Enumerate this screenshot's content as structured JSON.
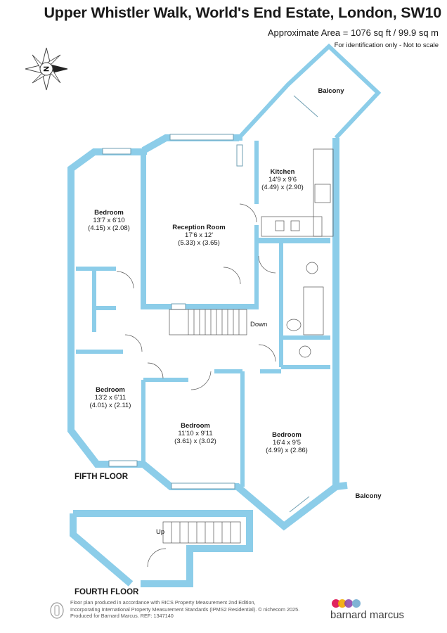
{
  "header": {
    "title": "Upper Whistler Walk, World's End Estate, London, SW10",
    "area": "Approximate Area = 1076 sq ft / 99.9 sq m",
    "note": "For identification only - Not to scale"
  },
  "compass": {
    "label": "N",
    "icon": "north-arrow-icon"
  },
  "rooms": [
    {
      "name": "Balcony",
      "dims": "",
      "metric": ""
    },
    {
      "name": "Kitchen",
      "dims": "14'9 x 9'6",
      "metric": "(4.49) x (2.90)"
    },
    {
      "name": "Bedroom",
      "dims": "13'7 x 6'10",
      "metric": "(4.15) x (2.08)"
    },
    {
      "name": "Reception Room",
      "dims": "17'6 x 12'",
      "metric": "(5.33) x (3.65)"
    },
    {
      "name": "Bedroom",
      "dims": "13'2 x 6'11",
      "metric": "(4.01) x (2.11)"
    },
    {
      "name": "Bedroom",
      "dims": "11'10 x 9'11",
      "metric": "(3.61) x (3.02)"
    },
    {
      "name": "Bedroom",
      "dims": "16'4 x 9'5",
      "metric": "(4.99) x (2.86)"
    },
    {
      "name": "Balcony",
      "dims": "",
      "metric": ""
    }
  ],
  "stair_labels": {
    "down": "Down",
    "up": "Up"
  },
  "floors": {
    "fifth": "FIFTH FLOOR",
    "fourth": "FOURTH FLOOR"
  },
  "footer": {
    "line1": "Floor plan produced in accordance with RICS Property Measurement 2nd Edition,",
    "line2": "Incorporating International Property Measurement Standards (IPMS2 Residential).  © nichecom 2025.",
    "line3": "Produced for Barnard Marcus.   REF:  1347140"
  },
  "brand": {
    "name": "barnard marcus",
    "dot_colors": [
      "#e0245e",
      "#f2a900",
      "#8a3ea8",
      "#7fb3d5"
    ]
  },
  "colors": {
    "wall": "#8ccde9",
    "wall_stroke": "#6fb8d9",
    "text": "#1a1a1a"
  }
}
